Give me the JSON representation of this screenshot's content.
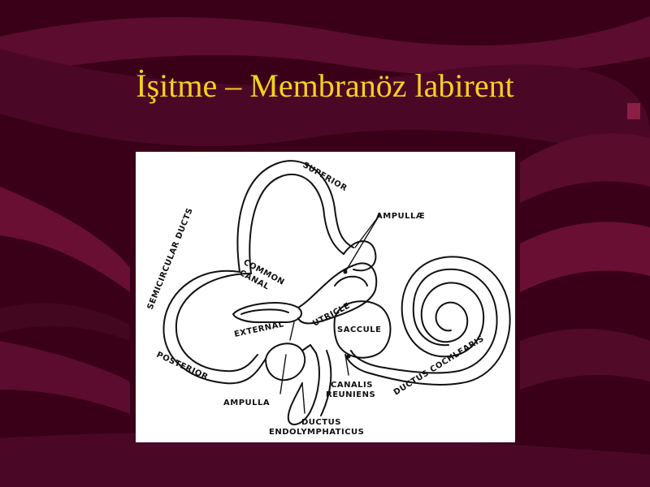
{
  "slide": {
    "title": "İşitme – Membranöz labirent"
  },
  "diagram": {
    "labels": {
      "superior": "SUPERIOR",
      "semicircular_ducts": "SEMICIRCULAR DUCTS",
      "ampullae": "AMPULLÆ",
      "common": "COMMON",
      "canal": "CANAL",
      "utricle": "UTRICLE",
      "external": "EXTERNAL",
      "saccule": "SACCULE",
      "posterior": "POSTERIOR",
      "ampulla": "AMPULLA",
      "canalis": "CANALIS",
      "reuniens": "REUNIENS",
      "ductus_cochlearis": "DUCTUS COCHLEARIS",
      "ductus": "DUCTUS",
      "endolymphaticus": "ENDOLYMPHATICUS"
    }
  },
  "colors": {
    "background": "#3a0018",
    "title": "#f4d21a",
    "wave": "#6a0f34"
  }
}
